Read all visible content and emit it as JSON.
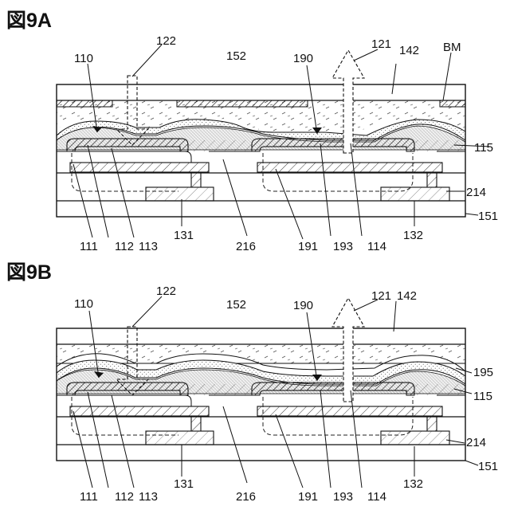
{
  "figures": [
    {
      "title": "図9A",
      "labels": {
        "l110": "110",
        "l122": "122",
        "l152": "152",
        "l190": "190",
        "l121": "121",
        "l142": "142",
        "lBM": "BM",
        "l115": "115",
        "l214": "214",
        "l151": "151",
        "l111": "111",
        "l112": "112",
        "l113": "113",
        "l131": "131",
        "l216": "216",
        "l191": "191",
        "l193": "193",
        "l114": "114",
        "l132": "132"
      }
    },
    {
      "title": "図9B",
      "labels": {
        "l110": "110",
        "l122": "122",
        "l152": "152",
        "l190": "190",
        "l121": "121",
        "l142": "142",
        "l195": "195",
        "l115": "115",
        "l214": "214",
        "l151": "151",
        "l111": "111",
        "l112": "112",
        "l113": "113",
        "l131": "131",
        "l216": "216",
        "l191": "191",
        "l193": "193",
        "l114": "114",
        "l132": "132"
      }
    }
  ],
  "colors": {
    "ink": "#111111",
    "background": "#ffffff"
  }
}
